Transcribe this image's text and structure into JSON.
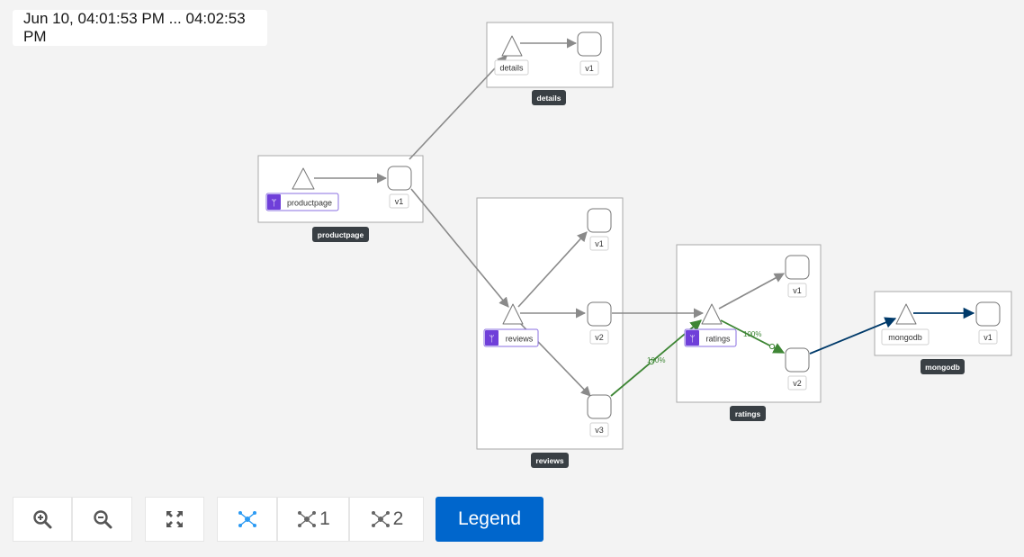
{
  "time_range": "Jun 10, 04:01:53 PM ... 04:02:53 PM",
  "graph": {
    "services": {
      "details": "details",
      "productpage": "productpage",
      "reviews": "reviews",
      "ratings": "ratings",
      "mongodb": "mongodb"
    },
    "versions": {
      "details_v1": "v1",
      "productpage_v1": "v1",
      "reviews_v1": "v1",
      "reviews_v2": "v2",
      "reviews_v3": "v3",
      "ratings_v1": "v1",
      "ratings_v2": "v2",
      "mongodb_v1": "v1"
    },
    "edge_labels": {
      "reviews_v3_to_ratings": "100%",
      "ratings_to_v2": "100%"
    },
    "colors": {
      "edge_default": "#8a8a8a",
      "edge_success": "#3e8635",
      "edge_tcp": "#003a6a",
      "virtual_service_badge": "#6f3fd9"
    }
  },
  "toolbar": {
    "zoom_in": "zoom-in-icon",
    "zoom_out": "zoom-out-icon",
    "fit": "expand-icon",
    "layout_default": "topology-icon",
    "layout_1_label": "1",
    "layout_2_label": "2",
    "legend_label": "Legend"
  }
}
